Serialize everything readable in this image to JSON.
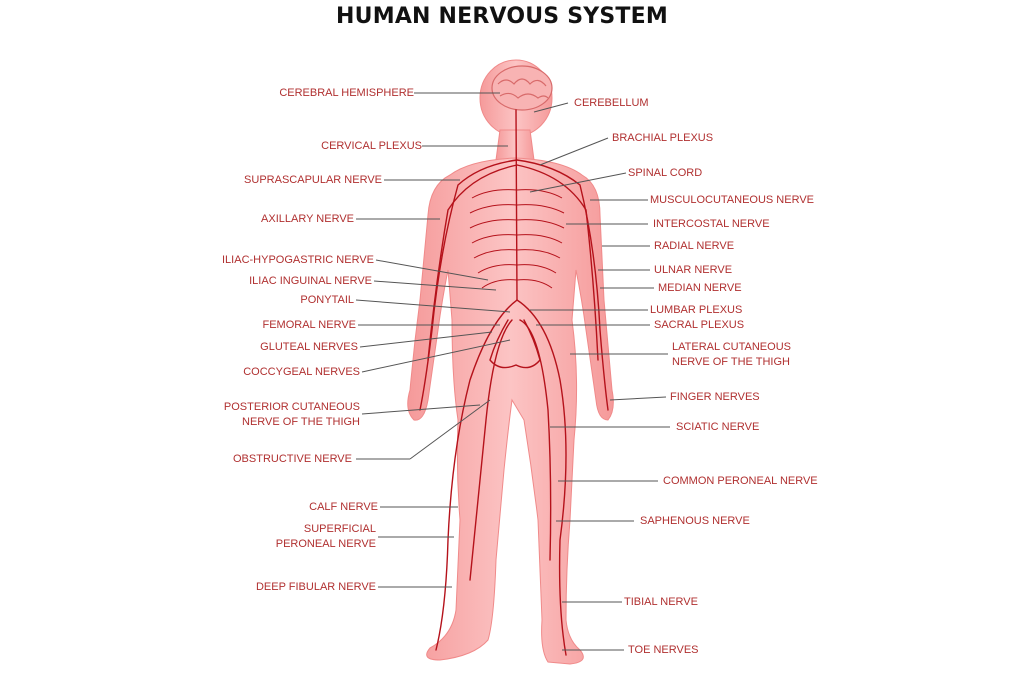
{
  "title": "HUMAN NERVOUS SYSTEM",
  "colors": {
    "body": "#f6a7a7",
    "body_light": "#fbd0d0",
    "nerve": "#b5121b",
    "label": "#b03030",
    "leader": "#555555"
  },
  "labels_left": [
    {
      "id": "cerebral-hemisphere",
      "lines": [
        "CEREBRAL HEMISPHERE"
      ]
    },
    {
      "id": "cervical-plexus",
      "lines": [
        "CERVICAL PLEXUS"
      ]
    },
    {
      "id": "suprascapular-nerve",
      "lines": [
        "SUPRASCAPULAR NERVE"
      ]
    },
    {
      "id": "axillary-nerve",
      "lines": [
        "AXILLARY NERVE"
      ]
    },
    {
      "id": "iliac-hypogastric-nerve",
      "lines": [
        "ILIAC-HYPOGASTRIC NERVE"
      ]
    },
    {
      "id": "iliac-inguinal-nerve",
      "lines": [
        "ILIAC INGUINAL NERVE"
      ]
    },
    {
      "id": "ponytail",
      "lines": [
        "PONYTAIL"
      ]
    },
    {
      "id": "femoral-nerve",
      "lines": [
        "FEMORAL NERVE"
      ]
    },
    {
      "id": "gluteal-nerves",
      "lines": [
        "GLUTEAL NERVES"
      ]
    },
    {
      "id": "coccygeal-nerves",
      "lines": [
        "COCCYGEAL NERVES"
      ]
    },
    {
      "id": "posterior-cutaneous",
      "lines": [
        "POSTERIOR CUTANEOUS",
        "NERVE OF THE THIGH"
      ]
    },
    {
      "id": "obstructive-nerve",
      "lines": [
        "OBSTRUCTIVE NERVE"
      ]
    },
    {
      "id": "calf-nerve",
      "lines": [
        "CALF NERVE"
      ]
    },
    {
      "id": "superficial-peroneal",
      "lines": [
        "SUPERFICIAL",
        "PERONEAL NERVE"
      ]
    },
    {
      "id": "deep-fibular-nerve",
      "lines": [
        "DEEP FIBULAR NERVE"
      ]
    }
  ],
  "labels_right": [
    {
      "id": "cerebellum",
      "lines": [
        "CEREBELLUM"
      ]
    },
    {
      "id": "brachial-plexus",
      "lines": [
        "BRACHIAL PLEXUS"
      ]
    },
    {
      "id": "spinal-cord",
      "lines": [
        "SPINAL CORD"
      ]
    },
    {
      "id": "musculocutaneous-nerve",
      "lines": [
        "MUSCULOCUTANEOUS NERVE"
      ]
    },
    {
      "id": "intercostal-nerve",
      "lines": [
        "INTERCOSTAL NERVE"
      ]
    },
    {
      "id": "radial-nerve",
      "lines": [
        "RADIAL NERVE"
      ]
    },
    {
      "id": "ulnar-nerve",
      "lines": [
        "ULNAR NERVE"
      ]
    },
    {
      "id": "median-nerve",
      "lines": [
        "MEDIAN NERVE"
      ]
    },
    {
      "id": "lumbar-plexus",
      "lines": [
        "LUMBAR PLEXUS"
      ]
    },
    {
      "id": "sacral-plexus",
      "lines": [
        "SACRAL PLEXUS"
      ]
    },
    {
      "id": "lateral-cutaneous",
      "lines": [
        "LATERAL CUTANEOUS",
        "NERVE OF THE THIGH"
      ]
    },
    {
      "id": "finger-nerves",
      "lines": [
        "FINGER NERVES"
      ]
    },
    {
      "id": "sciatic-nerve",
      "lines": [
        "SCIATIC NERVE"
      ]
    },
    {
      "id": "common-peroneal-nerve",
      "lines": [
        "COMMON PERONEAL NERVE"
      ]
    },
    {
      "id": "saphenous-nerve",
      "lines": [
        "SAPHENOUS NERVE"
      ]
    },
    {
      "id": "tibial-nerve",
      "lines": [
        "TIBIAL NERVE"
      ]
    },
    {
      "id": "toe-nerves",
      "lines": [
        "TOE NERVES"
      ]
    }
  ]
}
